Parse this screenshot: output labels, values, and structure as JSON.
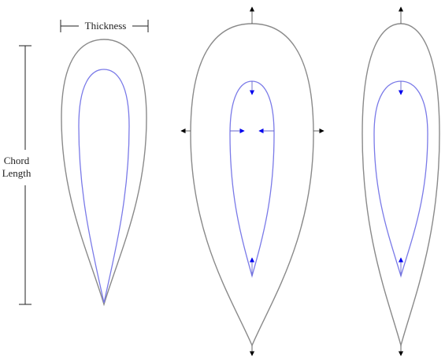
{
  "labels": {
    "thickness": "Thickness",
    "chord_line1": "Chord",
    "chord_line2": "Length"
  },
  "colors": {
    "outer_outline": "#8a8a8a",
    "inner_outline": "#7a7ae8",
    "outward_arrow": "#000000",
    "inward_arrow": "#0000ee"
  }
}
